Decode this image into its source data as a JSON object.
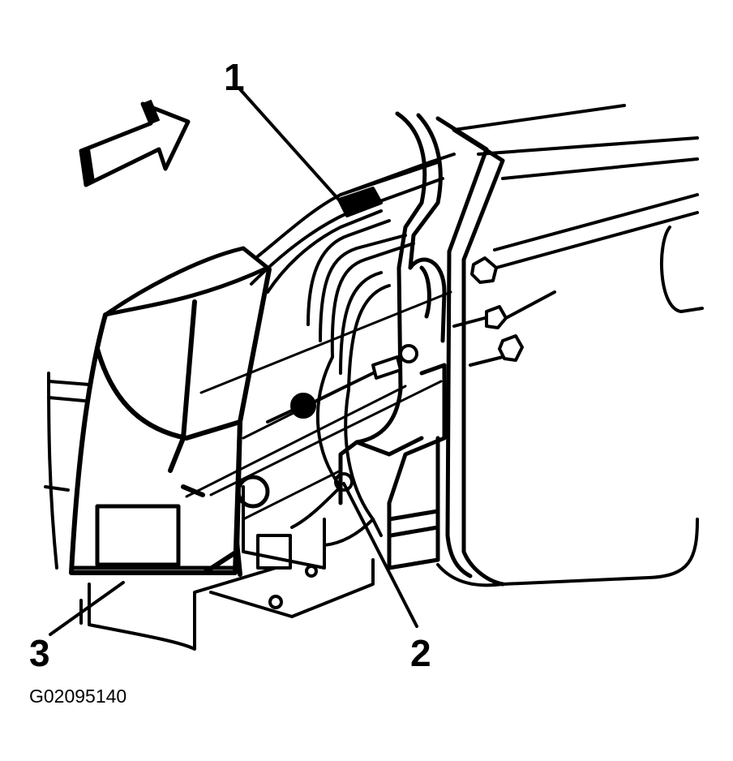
{
  "diagram": {
    "callouts": [
      "1",
      "2",
      "3"
    ],
    "figure_id": "G02095140"
  },
  "colors": {
    "line": "#000000",
    "background": "#ffffff"
  }
}
